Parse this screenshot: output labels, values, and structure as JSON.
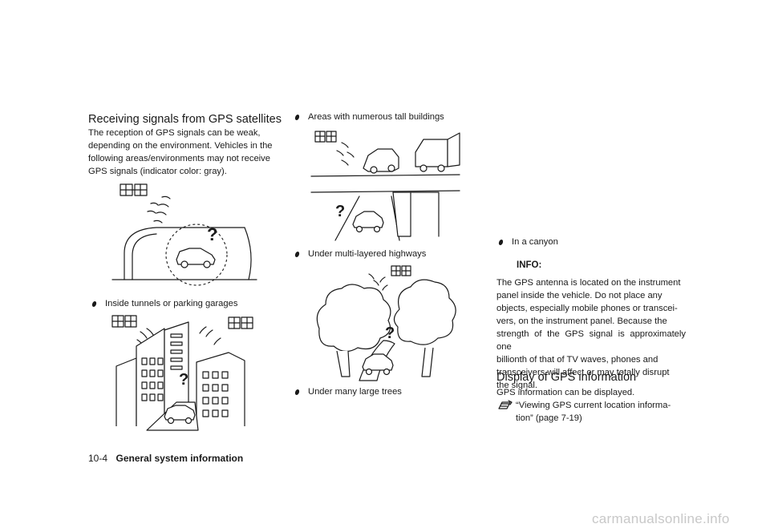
{
  "section1": {
    "heading": "Receiving signals from GPS satellites",
    "para_lines": [
      "The reception of GPS signals can be weak,",
      "depending on the environment. Vehicles in the",
      "following areas/environments may not receive",
      "GPS signals (indicator color: gray)."
    ]
  },
  "bullets": {
    "tunnels": "Inside tunnels or parking garages",
    "buildings": "Areas with numerous tall buildings",
    "highways": "Under multi-layered highways",
    "trees": "Under many large trees",
    "canyon": "In a canyon"
  },
  "info": {
    "heading": "INFO:",
    "para_lines": [
      "The GPS antenna is located on the instrument",
      "panel inside the vehicle. Do not place any",
      "objects, especially mobile phones or transcei-",
      "vers, on the instrument panel. Because the",
      "strength of the GPS signal is approximately one",
      "billionth of that of TV waves, phones and",
      "transceivers will affect or may totally disrupt",
      "the signal."
    ]
  },
  "section2": {
    "heading": "Display of GPS information",
    "text": "GPS information can be displayed.",
    "ref_line1": "“Viewing GPS current location informa-",
    "ref_line2": "tion” (page 7-19)"
  },
  "footer": {
    "page_number": "10-4",
    "title": "General system information"
  },
  "watermark": "carmanualsonline.info"
}
